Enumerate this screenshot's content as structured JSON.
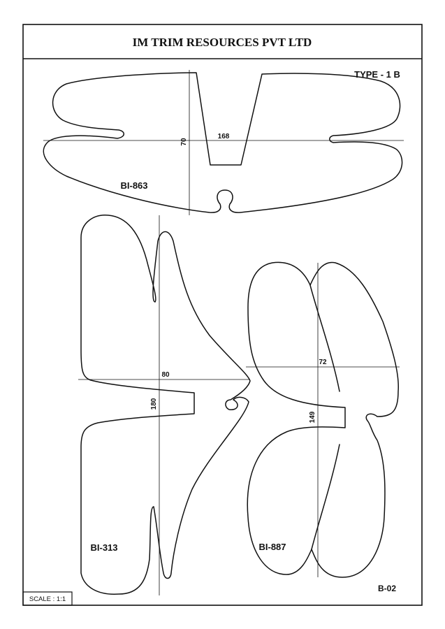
{
  "header": {
    "company": "IM TRIM RESOURCES PVT LTD"
  },
  "sheet": {
    "type_label": "TYPE - 1 B",
    "sheet_code": "B-02",
    "scale": "SCALE : 1:1"
  },
  "patterns": [
    {
      "part_no": "BI-863",
      "dims": {
        "width": "168",
        "height": "70"
      }
    },
    {
      "part_no": "BI-313",
      "dims": {
        "width": "80",
        "height": "180"
      }
    },
    {
      "part_no": "BI-887",
      "dims": {
        "width": "72",
        "height": "149"
      }
    }
  ]
}
